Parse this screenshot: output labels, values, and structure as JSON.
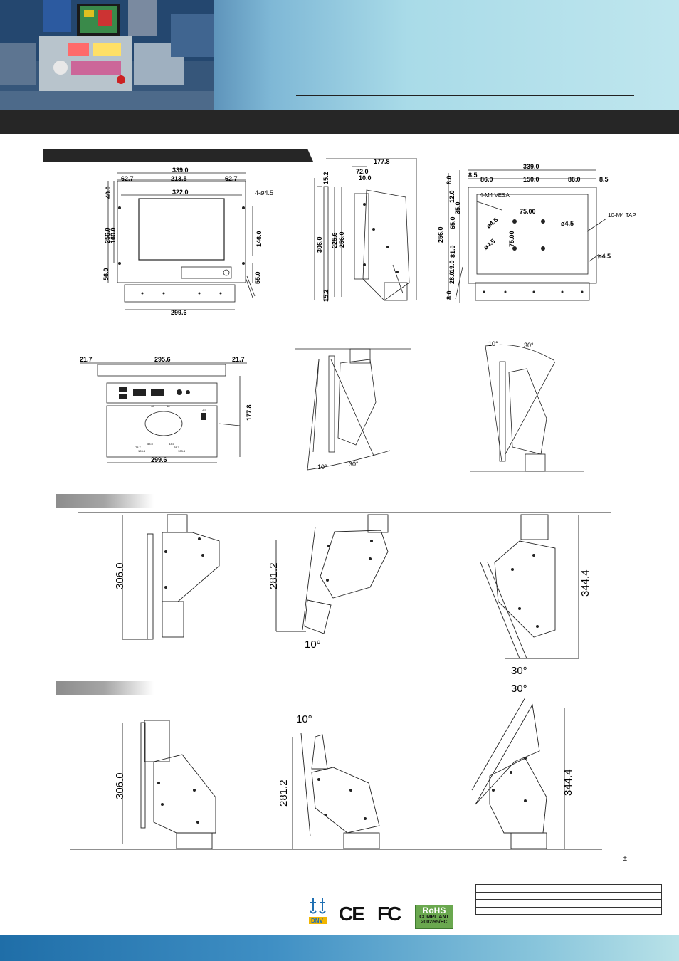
{
  "top_view": {
    "dims": [
      "339.0",
      "62.7",
      "213.5",
      "62.7",
      "322.0",
      "40.0",
      "256.0",
      "160.0",
      "56.0",
      "146.0",
      "55.0",
      "299.6"
    ],
    "hole_label": "4-ø4.5"
  },
  "side_view": {
    "dims": [
      "177.8",
      "72.0",
      "10.0",
      "15.2",
      "306.0",
      "225.6",
      "256.0",
      "15.2"
    ]
  },
  "rear_view": {
    "dims": [
      "339.0",
      "8.5",
      "86.0",
      "150.0",
      "86.0",
      "8.5",
      "12.0",
      "35.0",
      "65.0",
      "81.0",
      "19.0",
      "28.0",
      "8.0",
      "8.0",
      "256.0",
      "75.00",
      "75.00"
    ],
    "vesa_label": "4-M4 VESA",
    "tap_label": "10-M4 TAP",
    "phi": [
      "ø4.5",
      "ø4.5",
      "ø4.5",
      "ø4.5"
    ]
  },
  "bottom_view": {
    "dims": [
      "21.7",
      "295.6",
      "21.7",
      "177.8",
      "299.6"
    ],
    "small": [
      "48",
      "48",
      "4.5",
      "53.5",
      "53.5",
      "78.7",
      "78.7",
      "103.4",
      "103.4"
    ]
  },
  "tilt_views": {
    "labels": [
      "10°",
      "30°",
      "10°",
      "30°"
    ]
  },
  "ceiling_mount": {
    "heights": [
      "306.0",
      "281.2",
      "344.4"
    ],
    "angles": [
      "10°",
      "30°"
    ]
  },
  "floor_mount": {
    "heights": [
      "306.0",
      "281.2",
      "344.4"
    ],
    "angles": [
      "10°",
      "30°"
    ]
  },
  "tolerance_symbol": "±",
  "certifications": {
    "dnv": "DNV",
    "ce": "CE",
    "fc": "FC",
    "rohs_title": "RoHS",
    "rohs_sub": "COMPLIANT",
    "rohs_code": "2002/95/EC"
  },
  "colors": {
    "band": "#262626",
    "footer": "#3f8fc4",
    "rohs": "#6aa84f"
  }
}
